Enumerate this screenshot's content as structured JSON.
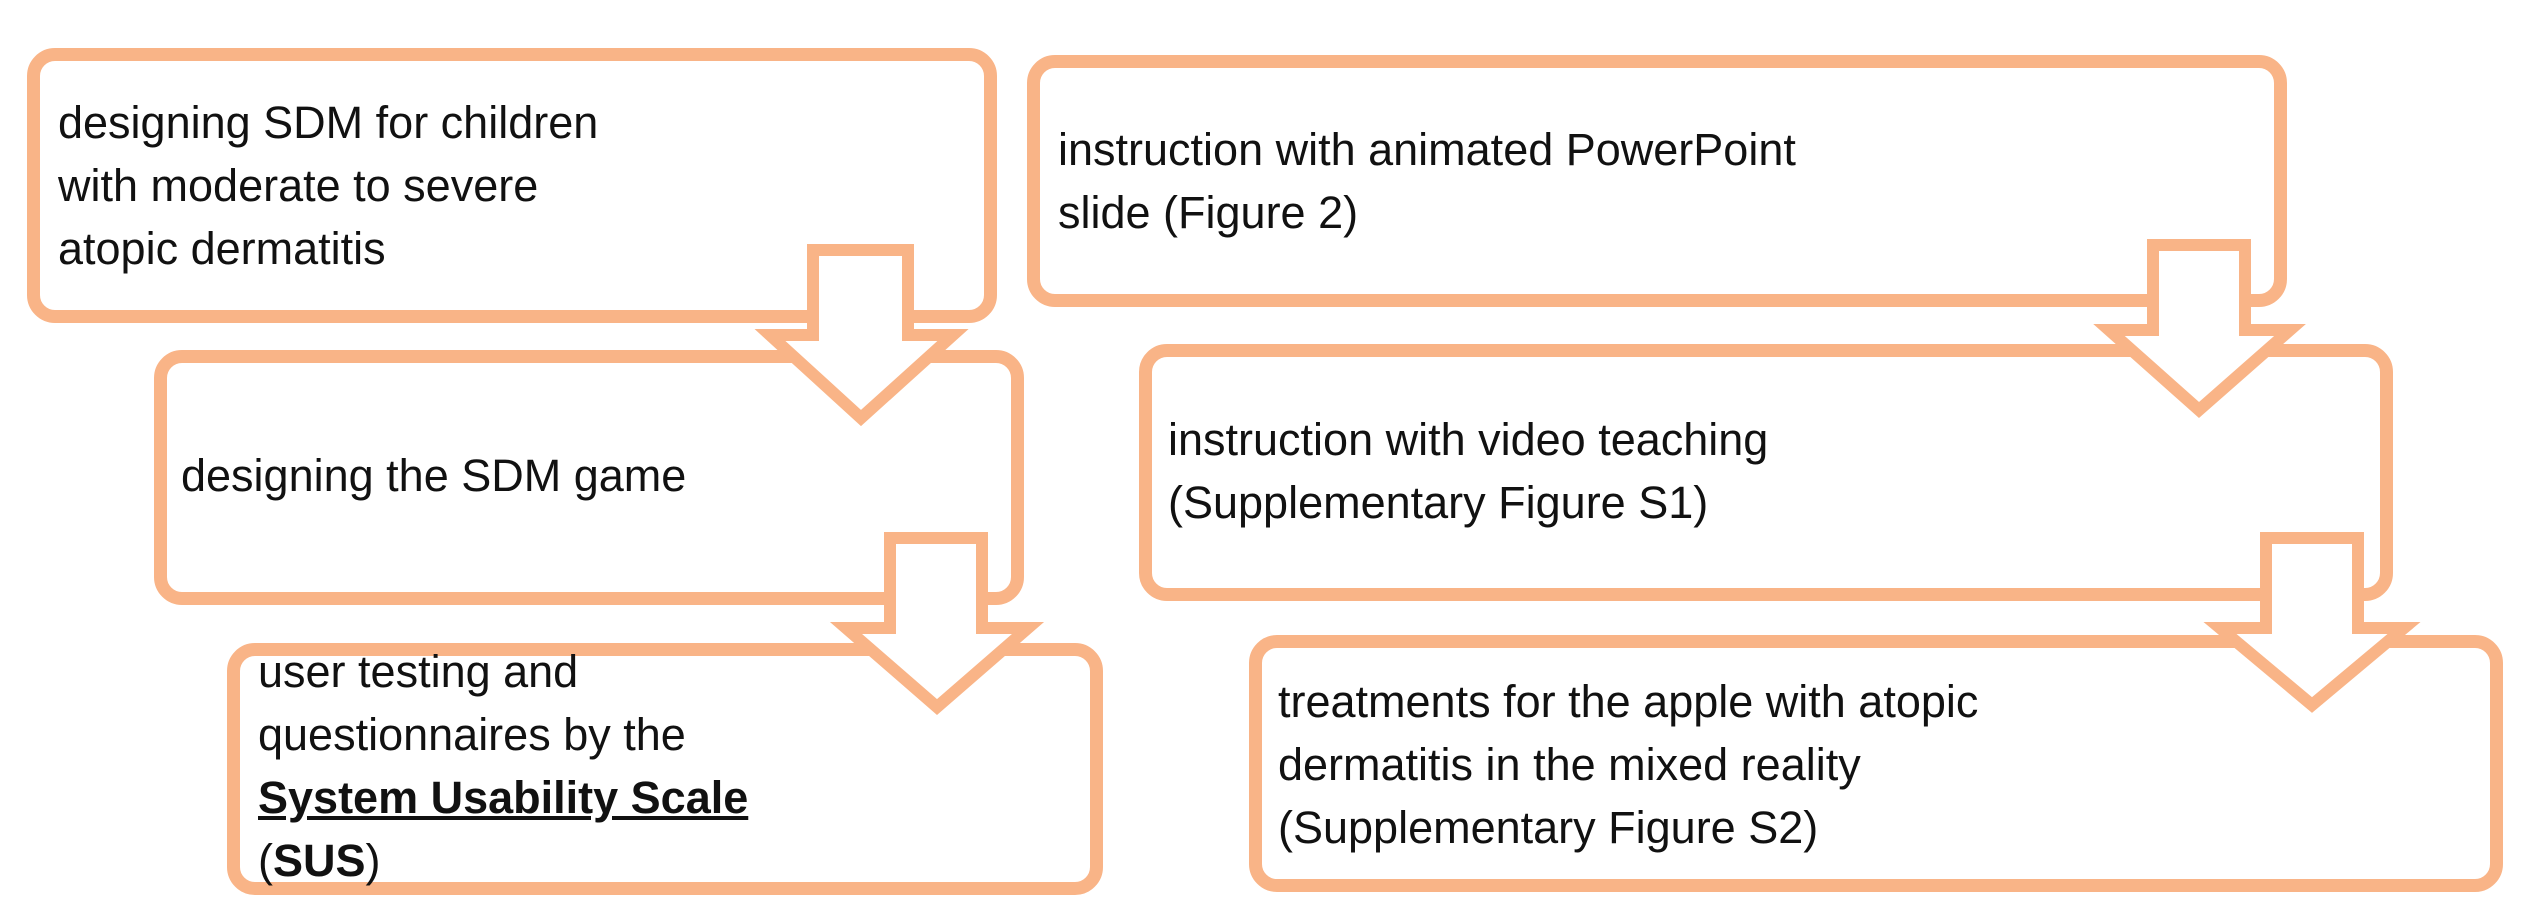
{
  "accent_color": "#f9b487",
  "left_column": {
    "step1": {
      "lines": [
        "designing SDM for children",
        "with moderate to severe",
        "atopic dermatitis"
      ]
    },
    "step2": {
      "lines": [
        "designing the SDM game"
      ]
    },
    "step3": {
      "lines": [
        "user testing and",
        "questionnaires by the"
      ],
      "sus_label": "System Usability Scale",
      "paren_open": "(",
      "sus_abbr": "SUS",
      "paren_close": ")"
    }
  },
  "right_column": {
    "step1": {
      "lines": [
        "instruction with animated PowerPoint",
        "slide (Figure 2)"
      ]
    },
    "step2": {
      "lines": [
        "instruction with video teaching",
        "(Supplementary Figure S1)"
      ]
    },
    "step3": {
      "lines": [
        "treatments for the apple with atopic",
        "dermatitis in the mixed reality",
        "(Supplementary Figure S2)"
      ]
    }
  }
}
